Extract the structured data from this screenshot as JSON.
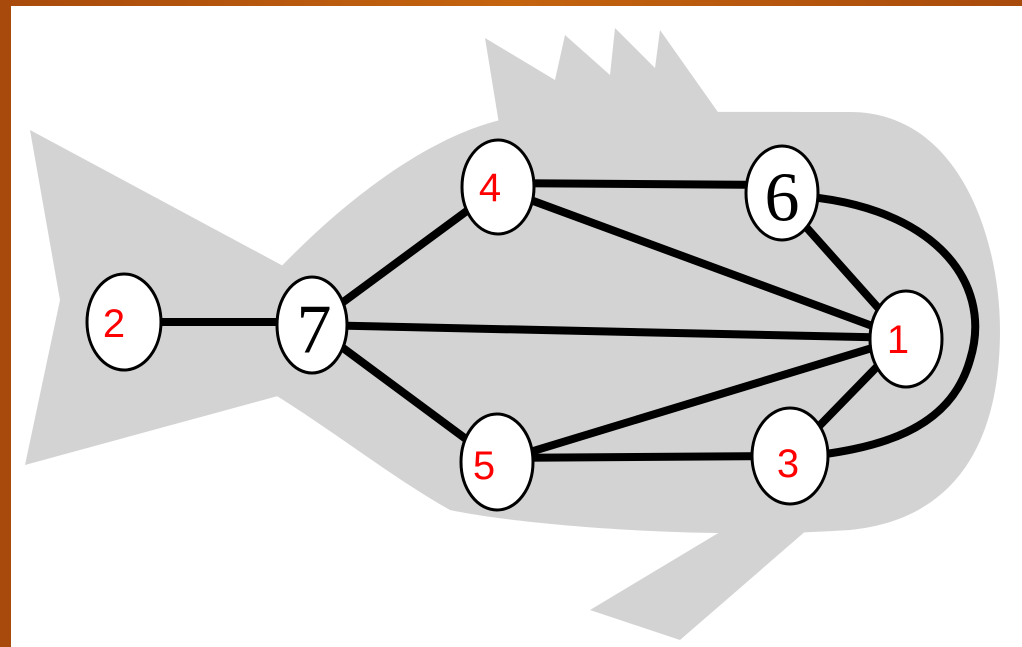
{
  "colors": {
    "background_frame": "#b5560f",
    "fish_silhouette": "#d3d3d3",
    "edge": "#000000",
    "node_fill": "#ffffff",
    "label_red": "#ff0000"
  },
  "nodes": [
    {
      "id": "n1",
      "label": "1",
      "style": "red"
    },
    {
      "id": "n2",
      "label": "2",
      "style": "red"
    },
    {
      "id": "n3",
      "label": "3",
      "style": "red"
    },
    {
      "id": "n4",
      "label": "4",
      "style": "red"
    },
    {
      "id": "n5",
      "label": "5",
      "style": "red"
    },
    {
      "id": "n6",
      "label": "6",
      "style": "serif"
    },
    {
      "id": "n7",
      "label": "7",
      "style": "serif"
    }
  ],
  "edges": [
    [
      "2",
      "7"
    ],
    [
      "7",
      "4"
    ],
    [
      "7",
      "1"
    ],
    [
      "7",
      "5"
    ],
    [
      "4",
      "6"
    ],
    [
      "4",
      "1"
    ],
    [
      "6",
      "1"
    ],
    [
      "6",
      "3"
    ],
    [
      "5",
      "1"
    ],
    [
      "5",
      "3"
    ],
    [
      "3",
      "1"
    ]
  ]
}
